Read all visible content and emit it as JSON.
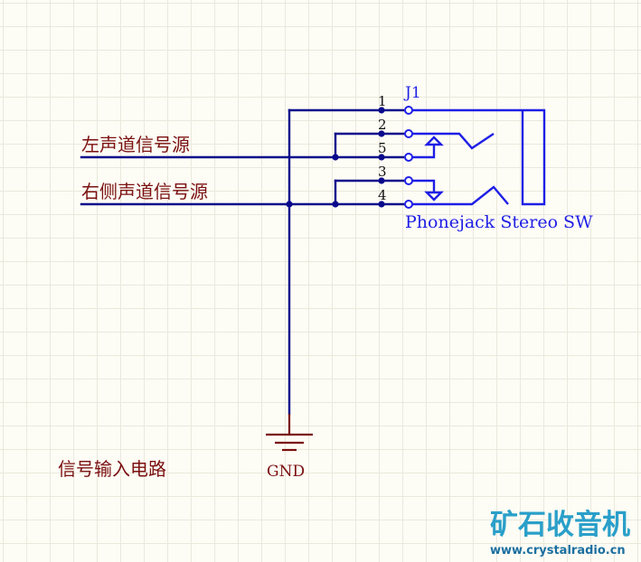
{
  "diagram": {
    "designator": "J1",
    "part_comment": "Phonejack Stereo SW",
    "pin_numbers": [
      "1",
      "2",
      "5",
      "3",
      "4"
    ],
    "net_labels": {
      "left": "左声道信号源",
      "right": "右侧声道信号源"
    },
    "ground_label": "GND",
    "circuit_title": "信号输入电路"
  },
  "watermark": {
    "name": "矿石收音机",
    "url": "www.crystalradio.cn"
  },
  "colors": {
    "wire": "#0a0a8c",
    "component": "#1e1ee6",
    "label": "#7a1010",
    "watermark": "#2a9fc9",
    "background": "#fdfcf5"
  }
}
